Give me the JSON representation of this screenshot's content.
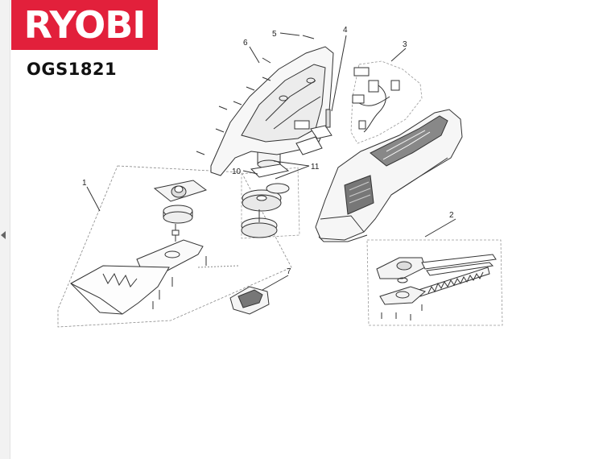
{
  "brand": {
    "logo_text": "RYOBI",
    "logo_color": "#e2203b"
  },
  "model": "OGS1821",
  "callouts": {
    "c1": "1",
    "c2": "2",
    "c3": "3",
    "c4": "4",
    "c5": "5",
    "c6": "6",
    "c7": "7",
    "c10": "10",
    "c11": "11"
  },
  "icons": {
    "gutter": "page-left-arrow-icon"
  }
}
